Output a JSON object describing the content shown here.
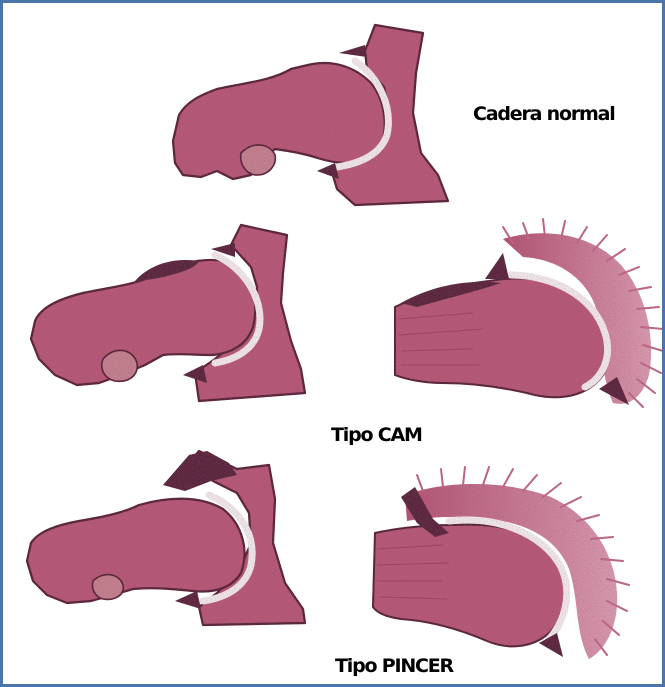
{
  "labels": {
    "normal": "Cadera normal",
    "cam": "Tipo CAM",
    "pincer": "Tipo PINCER"
  },
  "colors": {
    "frame": "#4b74a9",
    "bone_fill": "#b9617a",
    "bone_outline": "#2a1a1f",
    "cartilage_gap": "#ffffff",
    "labrum_fringe": "#c4728b",
    "osteophyte": "#2b2428",
    "lesser_trochanter": "#c98d96"
  },
  "illustrations": [
    {
      "name": "normal-hip",
      "view": "anterior"
    },
    {
      "name": "cam-hip",
      "view": "anterior"
    },
    {
      "name": "cam-hip",
      "view": "lateral"
    },
    {
      "name": "pincer-hip",
      "view": "anterior"
    },
    {
      "name": "pincer-hip",
      "view": "lateral"
    }
  ]
}
